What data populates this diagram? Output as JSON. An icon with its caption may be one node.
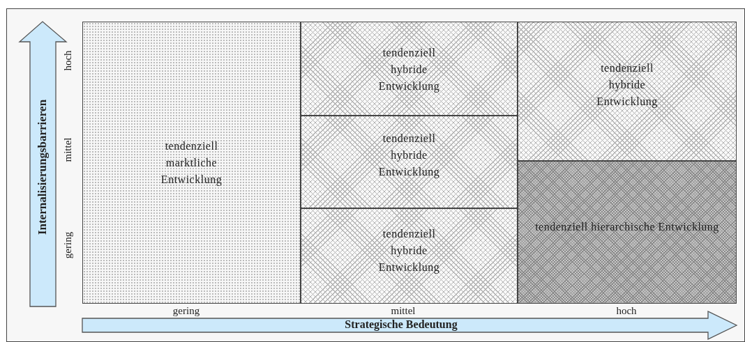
{
  "diagram": {
    "nodes": [
      {
        "text": [
          "tendenziell marktliche Entwicklung"
        ]
      },
      {
        "text": [
          "tendenziell hybride Entwicklung"
        ]
      },
      {
        "text": [
          "tendenziell hybride Entwicklung"
        ]
      },
      {
        "text": [
          "tendenziell hybride Entwicklung"
        ]
      },
      {
        "text": [
          "tendenziell hybride Entwicklung"
        ]
      },
      {
        "text": [
          "tendenziell hierarchische Entwicklung"
        ]
      }
    ],
    "edges": [],
    "labels": [
      "Internalisierungsbarrieren",
      "hoch",
      "mittel",
      "gering",
      "gering",
      "mittel",
      "hoch",
      "Strategische Bedeutung"
    ]
  }
}
